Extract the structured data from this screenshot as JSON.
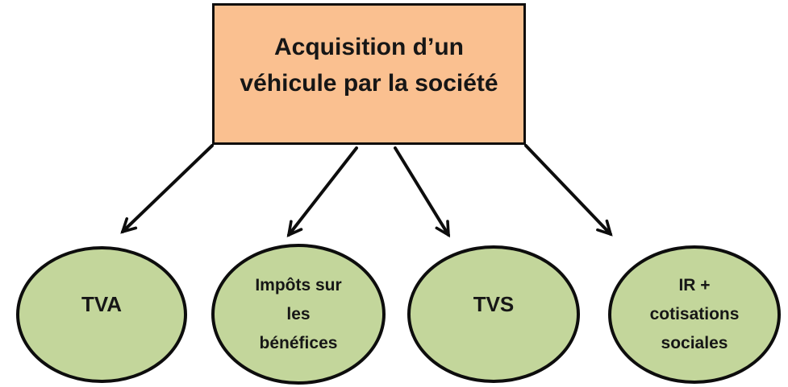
{
  "root": {
    "lines": [
      "Acquisition d’un",
      "véhicule par la société"
    ]
  },
  "nodes": [
    {
      "id": "tva",
      "lines": [
        "TVA"
      ]
    },
    {
      "id": "impots-benefices",
      "lines": [
        "Impôts sur",
        "les",
        "bénéfices"
      ]
    },
    {
      "id": "tvs",
      "lines": [
        "TVS"
      ]
    },
    {
      "id": "ir-cotisations",
      "lines": [
        "IR +",
        "cotisations",
        "sociales"
      ]
    }
  ],
  "edges": [
    {
      "from": "root",
      "to": "tva"
    },
    {
      "from": "root",
      "to": "impots-benefices"
    },
    {
      "from": "root",
      "to": "tvs"
    },
    {
      "from": "root",
      "to": "ir-cotisations"
    }
  ],
  "colors": {
    "box_fill": "#FAC090",
    "ellipse_fill": "#C3D69B",
    "stroke": "#0D0D0D",
    "text": "#161616",
    "background": "#FFFFFF"
  }
}
